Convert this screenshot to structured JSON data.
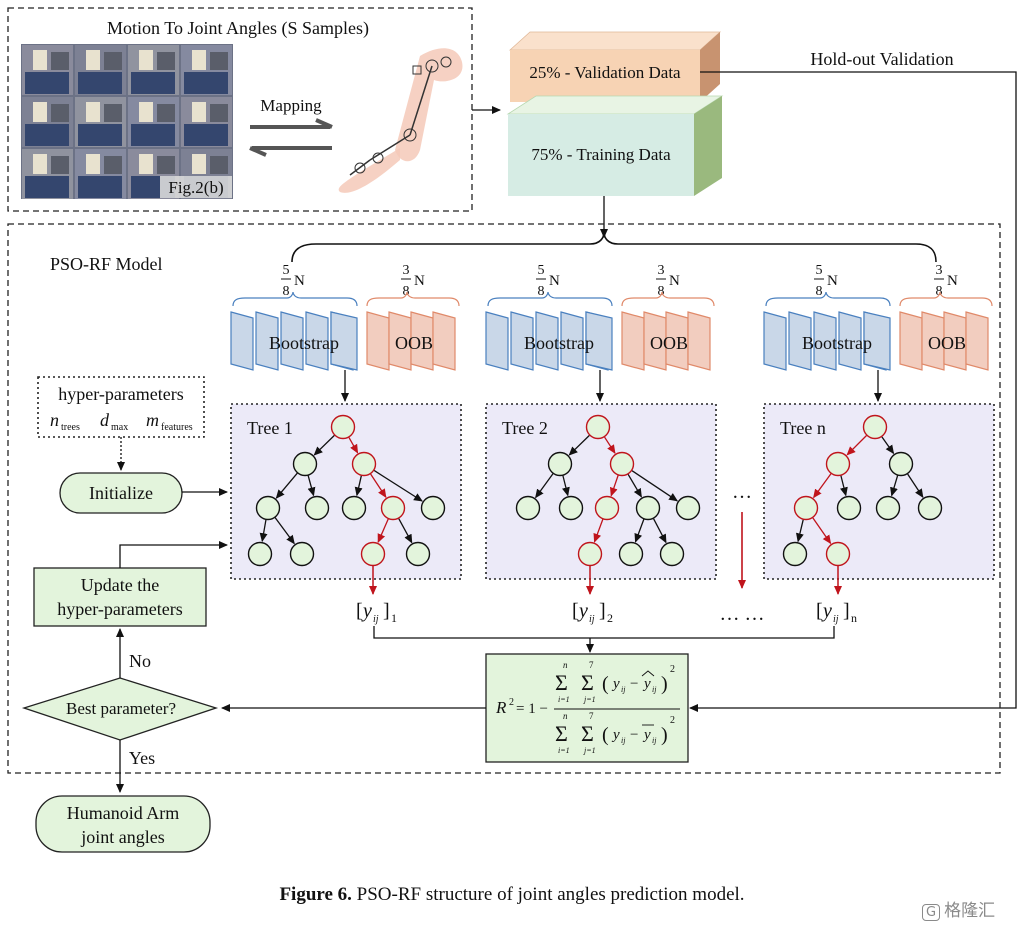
{
  "top_box": {
    "title": "Motion To Joint Angles (S Samples)",
    "mapping_label": "Mapping",
    "photo_label": "Fig.2(b)"
  },
  "data_split": {
    "validation_label": "25% - Validation Data",
    "training_label": "75% - Training Data",
    "holdout_label": "Hold-out Validation"
  },
  "model": {
    "title": "PSO-RF Model",
    "fraction_top": "5",
    "fraction_bottom": "8",
    "oob_fraction_top": "3",
    "oob_fraction_bottom": "8",
    "fraction_var": "N",
    "bootstrap_label": "Bootstrap",
    "oob_label": "OOB",
    "trees": [
      {
        "name": "Tree 1",
        "output_sub": "1"
      },
      {
        "name": "Tree 2",
        "output_sub": "2"
      },
      {
        "name": "Tree n",
        "output_sub": "n"
      }
    ],
    "dots_between": "…",
    "dots_outputs": "… …",
    "output_var": "y",
    "output_sub_var": "ij"
  },
  "hyper": {
    "title": "hyper-parameters",
    "n": "n",
    "n_sub": "trees",
    "d": "d",
    "d_sub": "max",
    "m": "m",
    "m_sub": "features"
  },
  "flow": {
    "initialize": "Initialize",
    "update_line1": "Update the",
    "update_line2": "hyper-parameters",
    "decision": "Best parameter?",
    "no": "No",
    "yes": "Yes",
    "result_line1": "Humanoid Arm",
    "result_line2": "joint angles"
  },
  "formula": {
    "lhs": "R",
    "exp": "2",
    "eq": "= 1 −",
    "sum_upper_i": "n",
    "sum_upper_j": "7",
    "sum_lower_i": "i=1",
    "sum_lower_j": "j=1",
    "y": "y",
    "ysub": "ij",
    "power": "2"
  },
  "caption": {
    "bold": "Figure 6.",
    "text": " PSO-RF structure of joint angles prediction model."
  },
  "watermark": "格隆汇",
  "colors": {
    "bootstrap_fill": "#c9d7e8",
    "bootstrap_stroke": "#4a80bf",
    "oob_fill": "#f2cdbf",
    "oob_stroke": "#e08a6a",
    "tree_panel": "#eceaf8",
    "node_fill": "#e3f4dc",
    "red_path": "#c0141c",
    "green_box": "#e3f4dc",
    "validation_fill": "#f7d3b4",
    "training_fill": "#d6ece4"
  }
}
